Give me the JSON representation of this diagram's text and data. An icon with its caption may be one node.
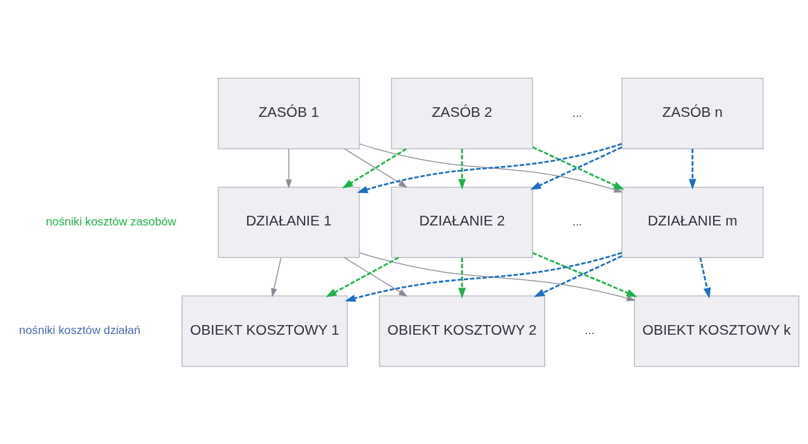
{
  "diagram": {
    "nodes": [
      {
        "text": [
          "ZASÓB 1"
        ]
      },
      {
        "text": [
          "ZASÓB 2"
        ]
      },
      {
        "text": [
          "ZASÓB n"
        ]
      },
      {
        "text": [
          "DZIAŁANIE 1"
        ]
      },
      {
        "text": [
          "DZIAŁANIE 2"
        ]
      },
      {
        "text": [
          "DZIAŁANIE m"
        ]
      },
      {
        "text": [
          "OBIEKT KOSZTOWY 1"
        ]
      },
      {
        "text": [
          "OBIEKT KOSZTOWY 2"
        ]
      },
      {
        "text": [
          "OBIEKT KOSZTOWY k"
        ]
      }
    ],
    "edges": [
      {
        "from": 0,
        "to": 3,
        "arrow": "to"
      },
      {
        "from": 0,
        "to": 4,
        "arrow": "to"
      },
      {
        "from": 0,
        "to": 5,
        "arrow": "to"
      },
      {
        "from": 1,
        "to": 3,
        "arrow": "to",
        "style": "dashed",
        "color": "#1db34b"
      },
      {
        "from": 1,
        "to": 4,
        "arrow": "to",
        "style": "dashed",
        "color": "#1db34b"
      },
      {
        "from": 1,
        "to": 5,
        "arrow": "to",
        "style": "dashed",
        "color": "#1db34b"
      },
      {
        "from": 2,
        "to": 3,
        "arrow": "to",
        "style": "dashed",
        "color": "#1f6fbf"
      },
      {
        "from": 2,
        "to": 4,
        "arrow": "to",
        "style": "dashed",
        "color": "#1f6fbf"
      },
      {
        "from": 2,
        "to": 5,
        "arrow": "to",
        "style": "dashed",
        "color": "#1f6fbf"
      },
      {
        "from": 3,
        "to": 6,
        "arrow": "to"
      },
      {
        "from": 3,
        "to": 7,
        "arrow": "to"
      },
      {
        "from": 3,
        "to": 8,
        "arrow": "to"
      },
      {
        "from": 4,
        "to": 6,
        "arrow": "to",
        "style": "dashed",
        "color": "#1db34b"
      },
      {
        "from": 4,
        "to": 7,
        "arrow": "to",
        "style": "dashed",
        "color": "#1db34b"
      },
      {
        "from": 4,
        "to": 8,
        "arrow": "to",
        "style": "dashed",
        "color": "#1db34b"
      },
      {
        "from": 5,
        "to": 6,
        "arrow": "to",
        "style": "dashed",
        "color": "#1f6fbf"
      },
      {
        "from": 5,
        "to": 7,
        "arrow": "to",
        "style": "dashed",
        "color": "#1f6fbf"
      },
      {
        "from": 5,
        "to": 8,
        "arrow": "to",
        "style": "dashed",
        "color": "#1f6fbf"
      }
    ],
    "labels": [
      "...",
      "nośniki kosztów zasobów",
      "...",
      "nośniki kosztów działań",
      "..."
    ]
  }
}
